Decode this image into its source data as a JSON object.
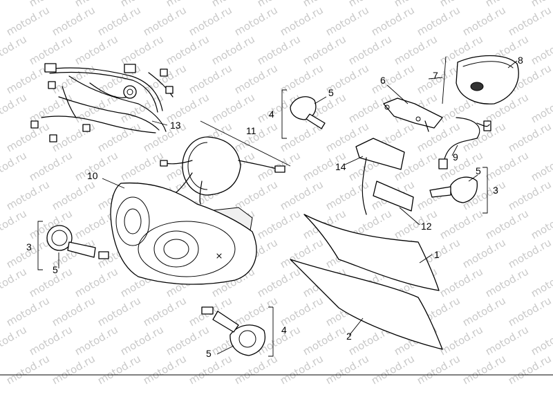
{
  "watermark": "motod.ru",
  "callouts": {
    "c1": "1",
    "c2": "2",
    "c3_right": "3",
    "c3_left": "3",
    "c4_top": "4",
    "c4_bottom": "4",
    "c5_top": "5",
    "c5_right": "5",
    "c5_left": "5",
    "c5_bottom": "5",
    "c6": "6",
    "c7": "7",
    "c8": "8",
    "c9": "9",
    "c10": "10",
    "c11": "11",
    "c12": "12",
    "c13": "13",
    "c14": "14"
  }
}
